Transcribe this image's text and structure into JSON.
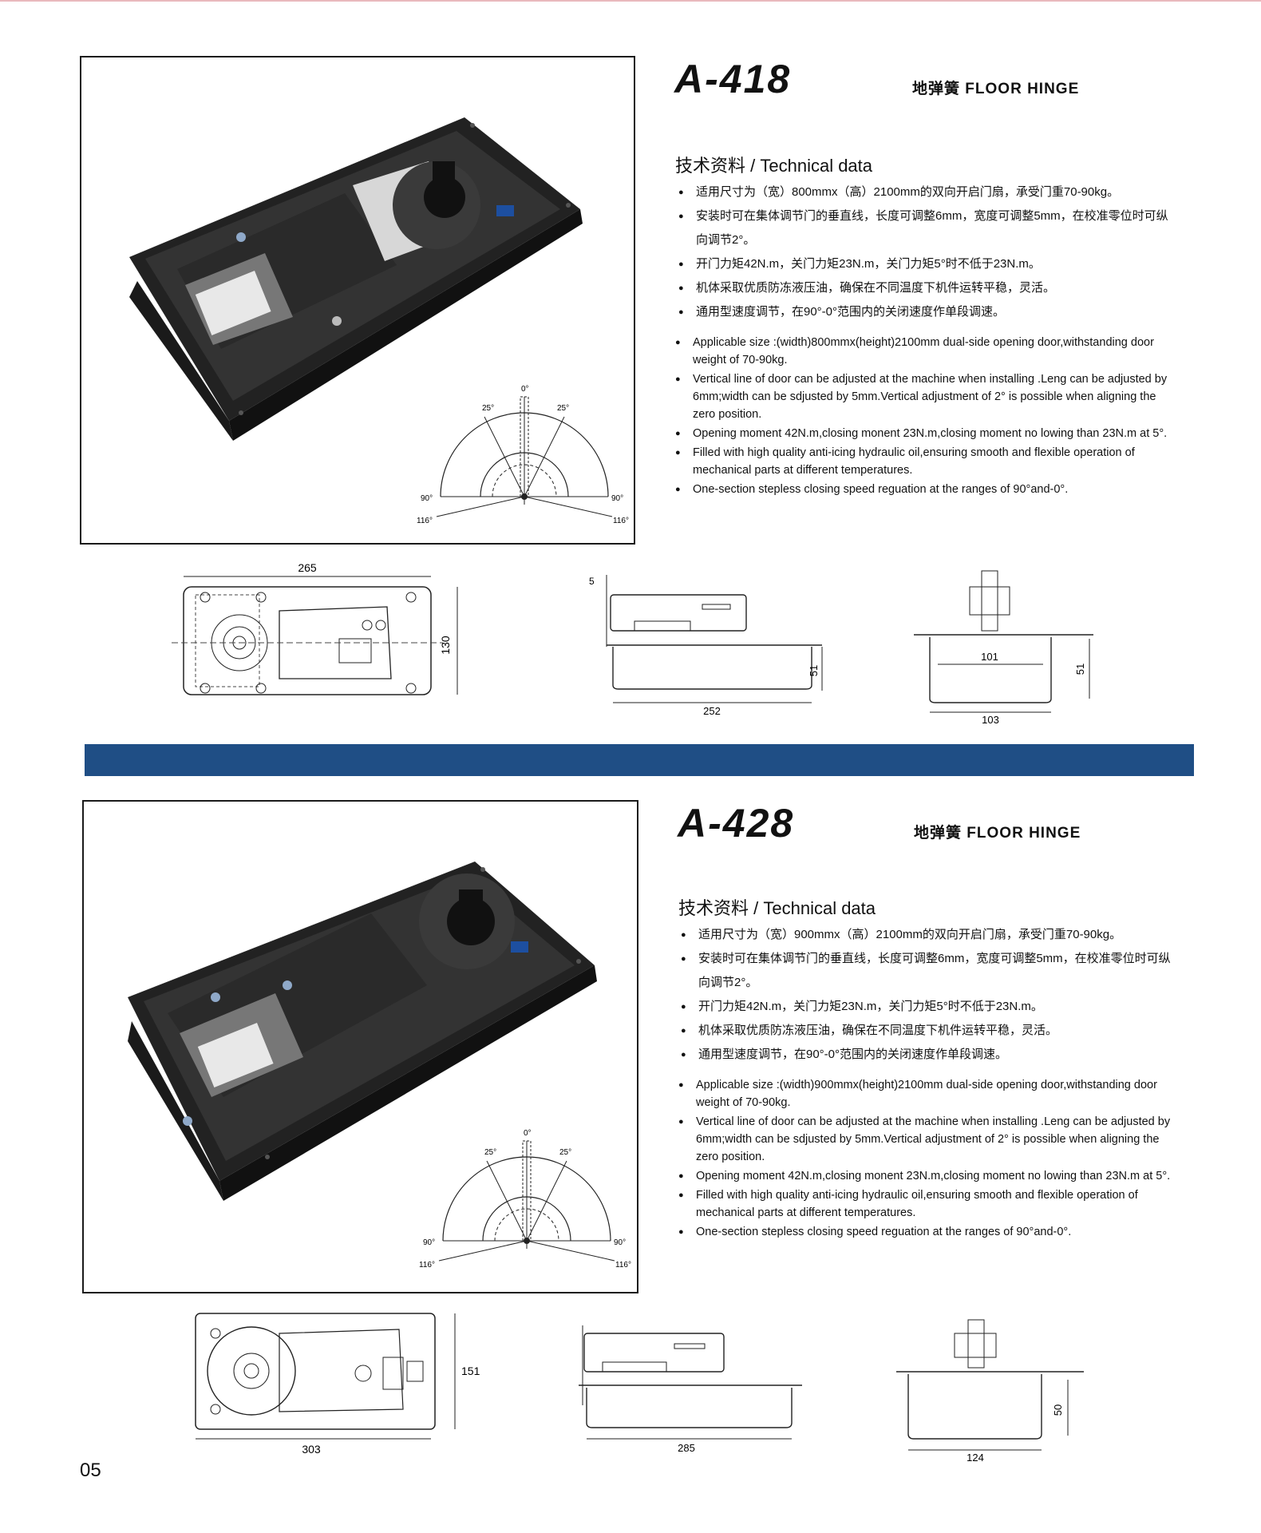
{
  "products": [
    {
      "model": "A-418",
      "title_cn": "地弹簧",
      "title_en": "FLOOR HINGE",
      "tech_title_cn": "技术资料",
      "tech_title_en": "Technical data",
      "specs_cn": [
        "适用尺寸为（宽）800mmx（高）2100mm的双向开启门扇，承受门重70-90kg。",
        "安装时可在集体调节门的垂直线，长度可调整6mm，宽度可调整5mm，在校准零位时可纵向调节2°。",
        "开门力矩42N.m，关门力矩23N.m，关门力矩5°时不低于23N.m。",
        "机体采取优质防冻液压油，确保在不同温度下机件运转平稳，灵活。",
        "通用型速度调节，在90°-0°范围内的关闭速度作单段调速。"
      ],
      "specs_en": [
        "Applicable size :(width)800mmx(height)2100mm dual-side opening door,withstanding door weight of 70-90kg.",
        "Vertical line of door can be adjusted at the machine when installing .Leng can be adjusted by 6mm;width can be sdjusted by 5mm.Vertical adjustment of 2° is possible when aligning the zero position.",
        "Opening moment 42N.m,closing monent 23N.m,closing moment no lowing than 23N.m at 5°.",
        "Filled with high quality anti-icing hydraulic oil,ensuring smooth and flexible operation of mechanical parts at different temperatures.",
        "One-section stepless closing speed reguation at the ranges of 90°and-0°."
      ],
      "angles": {
        "top": "0°",
        "left25": "25°",
        "right25": "25°",
        "left90": "90°",
        "right90": "90°",
        "left116": "116°",
        "right116": "116°"
      },
      "dims": {
        "top_width": "265",
        "top_height": "130",
        "front_offset": "5",
        "front_height": "51",
        "front_width": "252",
        "side_inner": "101",
        "side_height": "51",
        "side_width": "103"
      }
    },
    {
      "model": "A-428",
      "title_cn": "地弹簧",
      "title_en": "FLOOR HINGE",
      "tech_title_cn": "技术资料",
      "tech_title_en": "Technical data",
      "specs_cn": [
        "适用尺寸为（宽）900mmx（高）2100mm的双向开启门扇，承受门重70-90kg。",
        "安装时可在集体调节门的垂直线，长度可调整6mm，宽度可调整5mm，在校准零位时可纵向调节2°。",
        "开门力矩42N.m，关门力矩23N.m，关门力矩5°时不低于23N.m。",
        "机体采取优质防冻液压油，确保在不同温度下机件运转平稳，灵活。",
        "通用型速度调节，在90°-0°范围内的关闭速度作单段调速。"
      ],
      "specs_en": [
        "Applicable size :(width)900mmx(height)2100mm dual-side opening door,withstanding door weight of 70-90kg.",
        "Vertical line of door can be adjusted at the machine when installing .Leng can be adjusted by 6mm;width can be sdjusted by 5mm.Vertical adjustment of 2° is possible when aligning the zero position.",
        "Opening moment 42N.m,closing monent 23N.m,closing moment no lowing than 23N.m at 5°.",
        "Filled with high quality anti-icing hydraulic oil,ensuring smooth and flexible operation of mechanical parts at different temperatures.",
        "One-section stepless closing speed reguation at the ranges of 90°and-0°."
      ],
      "angles": {
        "top": "0°",
        "left25": "25°",
        "right25": "25°",
        "left90": "90°",
        "right90": "90°",
        "left116": "116°",
        "right116": "116°"
      },
      "dims": {
        "top_width": "303",
        "top_height": "151",
        "front_width": "285",
        "side_height": "50",
        "side_width": "124"
      }
    }
  ],
  "page_number": "05",
  "colors": {
    "band": "#1f4e85",
    "hinge_body": "#2b2b2b",
    "frame": "#1a1a1a"
  }
}
